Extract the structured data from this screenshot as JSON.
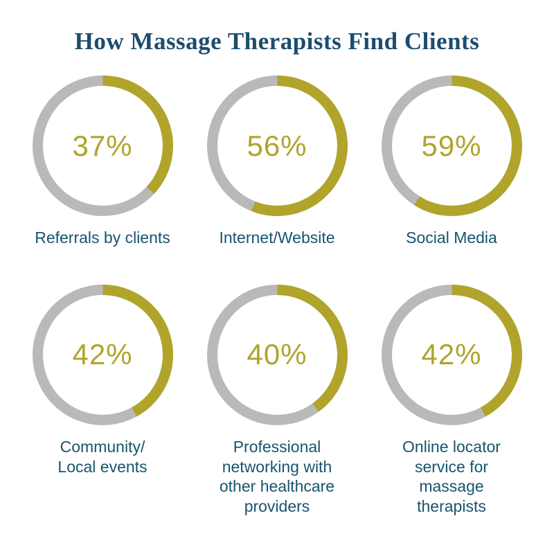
{
  "title": "How Massage Therapists Find Clients",
  "colors": {
    "background": "#ffffff",
    "heading": "#1b4d6e",
    "label": "#17546e",
    "accent": "#b0a42b",
    "ring_remainder": "#b9b9b9"
  },
  "chart_data": {
    "type": "pie",
    "subtype": "donut-multiples",
    "title": "How Massage Therapists Find Clients",
    "value_unit": "%",
    "legend": "none",
    "arc_start": "top",
    "arc_direction": "clockwise",
    "items": [
      {
        "label": "Referrals by clients",
        "value": 37,
        "percent_label": "37%"
      },
      {
        "label": "Internet/Website",
        "value": 56,
        "percent_label": "56%"
      },
      {
        "label": "Social Media",
        "value": 59,
        "percent_label": "59%"
      },
      {
        "label": "Community/\nLocal events",
        "value": 42,
        "percent_label": "42%"
      },
      {
        "label": "Professional\nnetworking with\nother healthcare\nproviders",
        "value": 40,
        "percent_label": "40%"
      },
      {
        "label": "Online locator\nservice for\nmassage\ntherapists",
        "value": 42,
        "percent_label": "42%"
      }
    ]
  }
}
